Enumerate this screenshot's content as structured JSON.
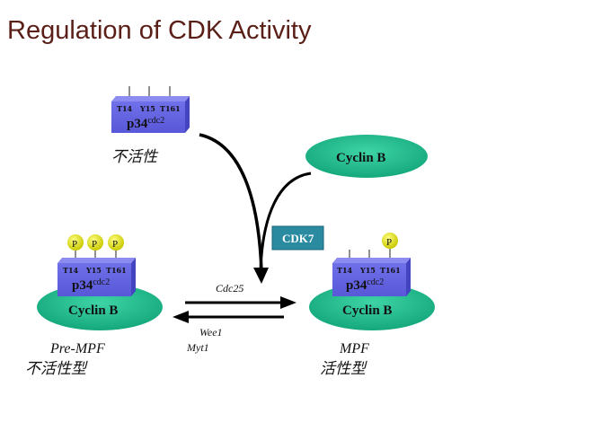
{
  "title": "Regulation of CDK Activity",
  "colors": {
    "title": "#5a1f17",
    "cube_front": "#6a6ae6",
    "cube_top": "#8a8af0",
    "cube_side": "#4a4ac8",
    "cyclin": "#1fb58a",
    "phosphate": "#e6e61a",
    "cdk7_box": "#2a8aa0"
  },
  "top_complex": {
    "residues": [
      "T14",
      "Y15",
      "T161"
    ],
    "protein": "p34",
    "protein_sup": "cdc2",
    "label": "不活性"
  },
  "free_cyclin": {
    "label": "Cyclin B"
  },
  "kinase": {
    "label": "CDK7"
  },
  "pre_mpf": {
    "residues": [
      "T14",
      "Y15",
      "T161"
    ],
    "phosphates": [
      "P",
      "P",
      "P"
    ],
    "protein": "p34",
    "protein_sup": "cdc2",
    "cyclin": "Cyclin B",
    "name": "Pre-MPF",
    "state": "不活性型"
  },
  "mpf": {
    "residues": [
      "T14",
      "Y15",
      "T161"
    ],
    "phosphates": [
      "P"
    ],
    "protein": "p34",
    "protein_sup": "cdc2",
    "cyclin": "Cyclin B",
    "name": "MPF",
    "state": "活性型"
  },
  "forward_enzyme": "Cdc25",
  "reverse_enzymes": [
    "Wee1",
    "Myt1"
  ]
}
